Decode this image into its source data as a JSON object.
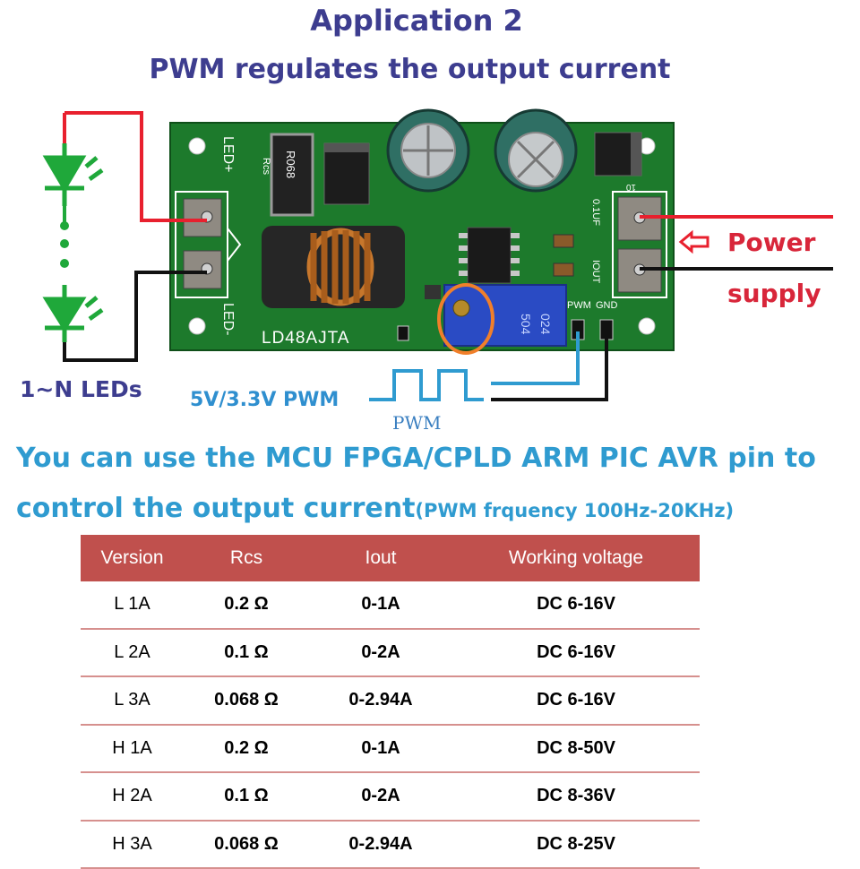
{
  "title": "Application 2",
  "subtitle": "PWM regulates the output current",
  "leds_label": "1~N LEDs",
  "pwm_input_label": "5V/3.3V PWM",
  "pwm_signal_label": "PWM",
  "power_label": "Power",
  "supply_label": "supply",
  "board": {
    "model": "LD48AJTA",
    "led_plus": "LED+",
    "led_minus": "LED-",
    "rcs": "Rcs",
    "resistor": "R068",
    "cap_label": "0.1UF",
    "iout_label": "IOUT",
    "pwm_pin": "PWM",
    "gnd_pin": "GND",
    "pot_code": "504",
    "pot_code2": "024",
    "pin_mark": "10"
  },
  "colors": {
    "title": "#3d3d8f",
    "accent_blue": "#2f9bd0",
    "power_red": "#d8263a",
    "wire_red": "#e8202e",
    "led_green": "#1fa83a",
    "pcb_green": "#1d7a2c",
    "table_header": "#c0504d"
  },
  "description": {
    "line1": "You can use the MCU FPGA/CPLD ARM PIC AVR  pin to",
    "line2_main": "control the output current",
    "line2_small": "(PWM frquency 100Hz-20KHz)"
  },
  "table": {
    "headers": [
      "Version",
      "Rcs",
      "Iout",
      "Working voltage"
    ],
    "rows": [
      [
        "L 1A",
        "0.2 Ω",
        "0-1A",
        "DC 6-16V"
      ],
      [
        "L 2A",
        "0.1 Ω",
        "0-2A",
        "DC 6-16V"
      ],
      [
        "L 3A",
        "0.068 Ω",
        "0-2.94A",
        "DC 6-16V"
      ],
      [
        "H 1A",
        "0.2 Ω",
        "0-1A",
        "DC 8-50V"
      ],
      [
        "H 2A",
        "0.1 Ω",
        "0-2A",
        "DC 8-36V"
      ],
      [
        "H 3A",
        "0.068 Ω",
        "0-2.94A",
        "DC 8-25V"
      ]
    ]
  }
}
